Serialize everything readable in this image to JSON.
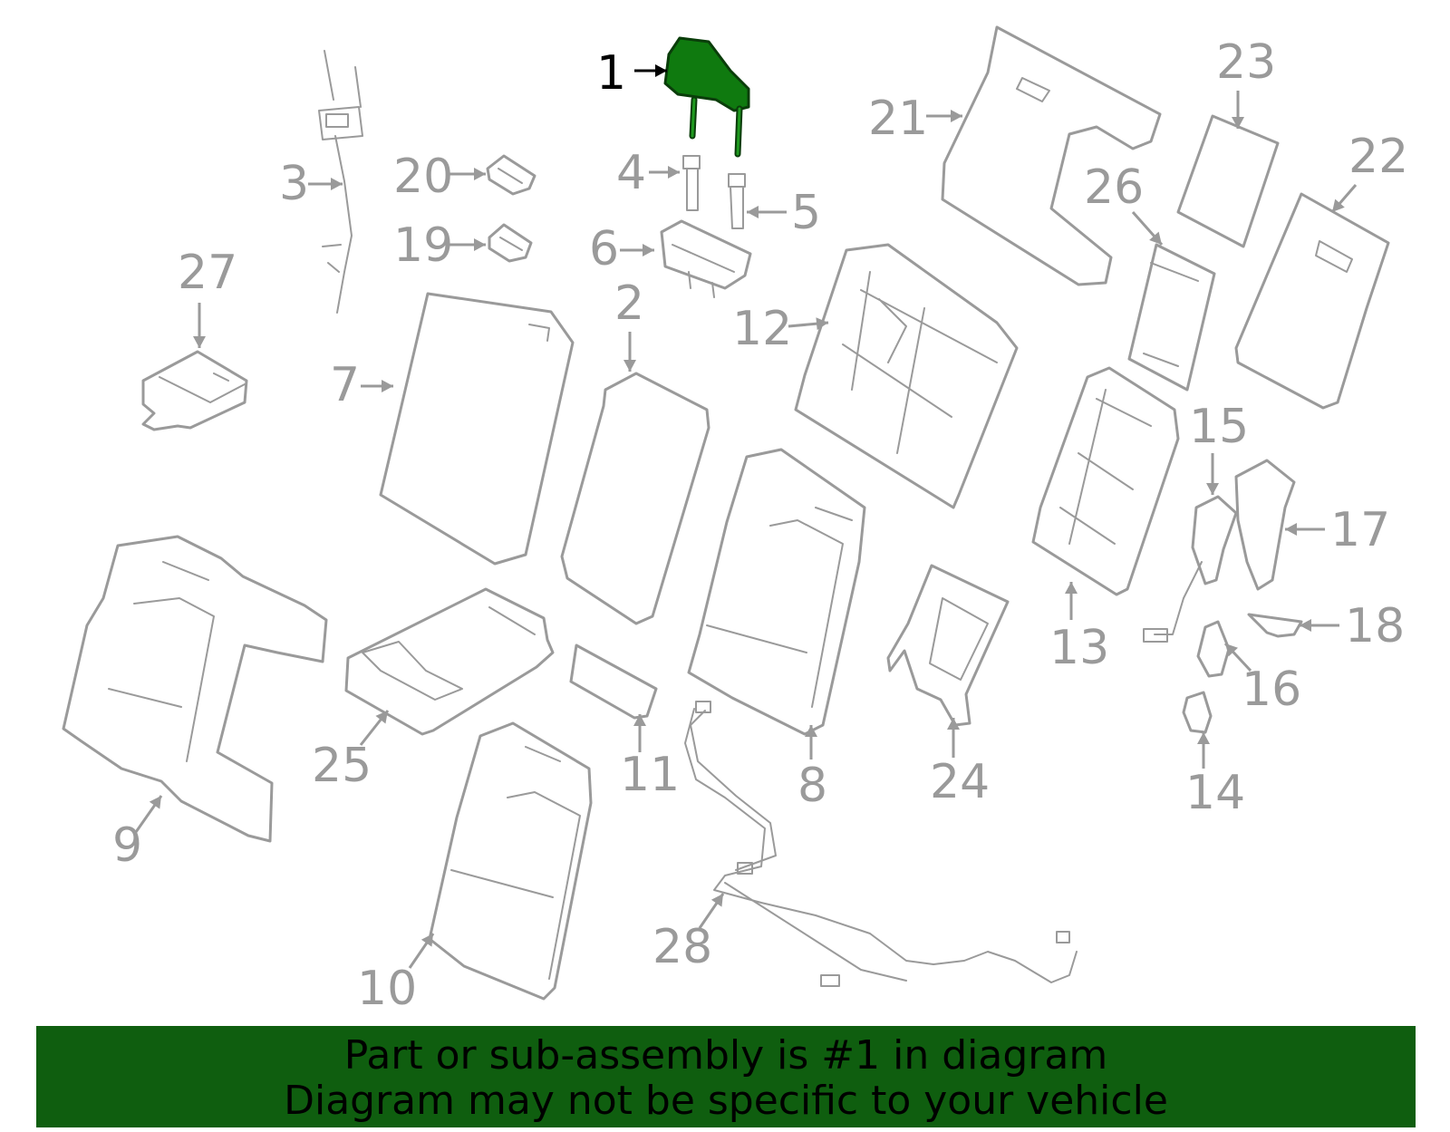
{
  "colors": {
    "highlight_fill": "#0f7a0f",
    "banner_background": "#0f5e0f",
    "banner_text": "#000000",
    "line_art": "#9a9a9a"
  },
  "highlighted_part": "1",
  "callouts": [
    {
      "id": "1",
      "label": "1"
    },
    {
      "id": "2",
      "label": "2"
    },
    {
      "id": "3",
      "label": "3"
    },
    {
      "id": "4",
      "label": "4"
    },
    {
      "id": "5",
      "label": "5"
    },
    {
      "id": "6",
      "label": "6"
    },
    {
      "id": "7",
      "label": "7"
    },
    {
      "id": "8",
      "label": "8"
    },
    {
      "id": "9",
      "label": "9"
    },
    {
      "id": "10",
      "label": "10"
    },
    {
      "id": "11",
      "label": "11"
    },
    {
      "id": "12",
      "label": "12"
    },
    {
      "id": "13",
      "label": "13"
    },
    {
      "id": "14",
      "label": "14"
    },
    {
      "id": "15",
      "label": "15"
    },
    {
      "id": "16",
      "label": "16"
    },
    {
      "id": "17",
      "label": "17"
    },
    {
      "id": "18",
      "label": "18"
    },
    {
      "id": "19",
      "label": "19"
    },
    {
      "id": "20",
      "label": "20"
    },
    {
      "id": "21",
      "label": "21"
    },
    {
      "id": "22",
      "label": "22"
    },
    {
      "id": "23",
      "label": "23"
    },
    {
      "id": "24",
      "label": "24"
    },
    {
      "id": "25",
      "label": "25"
    },
    {
      "id": "26",
      "label": "26"
    },
    {
      "id": "27",
      "label": "27"
    },
    {
      "id": "28",
      "label": "28"
    }
  ],
  "banner": {
    "line1": "Part or sub-assembly is #1 in diagram",
    "line2": "Diagram may not be specific to your vehicle"
  }
}
